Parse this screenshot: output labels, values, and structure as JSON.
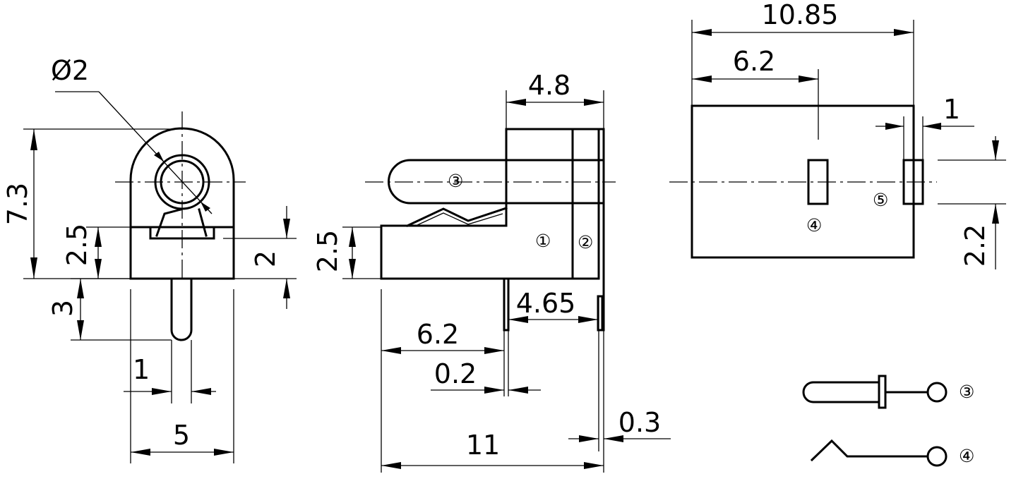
{
  "front_view": {
    "dia_label": "Ø2",
    "height_label": "7.3",
    "step_label": "2.5",
    "pin_len_label": "3",
    "pin_w_label": "1",
    "width_label": "5",
    "base_label": "2"
  },
  "side_view": {
    "top_w_label": "4.8",
    "base_h_label": "2.5",
    "pin_sp_label": "4.65",
    "pin_pos_label": "6.2",
    "pin_t_label": "0.2",
    "len_label": "11",
    "plate_t_label": "0.3",
    "callout_1": "①",
    "callout_2": "②",
    "callout_3": "③"
  },
  "top_view": {
    "len_label": "10.85",
    "pos_label": "6.2",
    "w_label": "1",
    "gap_label": "2.2",
    "callout_4": "④",
    "callout_5": "⑤"
  },
  "legend": {
    "item_3": "③",
    "item_4": "④"
  }
}
